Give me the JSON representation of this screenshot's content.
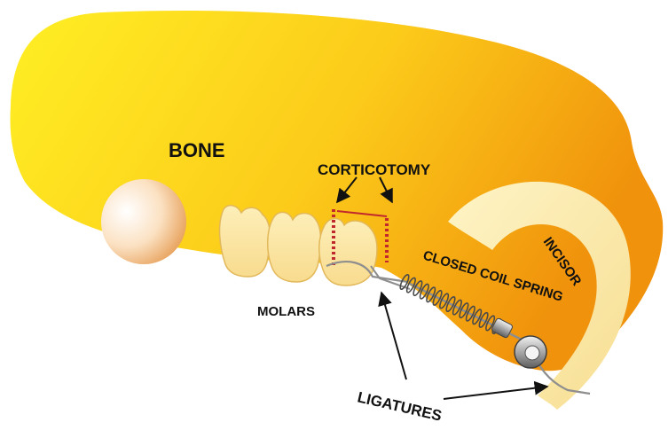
{
  "labels": {
    "bone": "BONE",
    "corticotomy": "CORTICOTOMY",
    "incisor": "INCISOR",
    "closed_coil_spring": "CLOSED COIL SPRING",
    "molars": "MOLARS",
    "ligatures": "LIGATURES"
  },
  "colors": {
    "bone_light": "#FFE81A",
    "bone_dark": "#F29A0C",
    "tooth": "#FCE9A8",
    "tooth_outline": "#E2B85A",
    "cut_line": "#C0282D",
    "wire": "#8E8E8E",
    "text": "#111111"
  }
}
